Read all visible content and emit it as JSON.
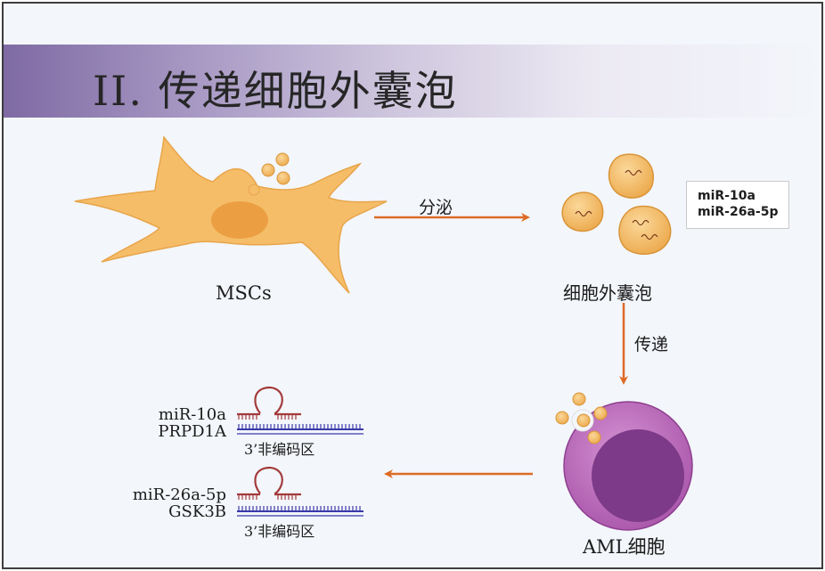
{
  "title": "II. 传递细胞外囊泡",
  "source_cell": {
    "label": "MSCs"
  },
  "step_secrete": {
    "label": "分泌"
  },
  "vesicles": {
    "label": "细胞外囊泡",
    "cargo": [
      "miR-10a",
      "miR-26a-5p"
    ]
  },
  "step_transfer": {
    "label": "传递"
  },
  "target_cell": {
    "label": "AML细胞"
  },
  "targets": [
    {
      "mirna": "miR-10a",
      "gene": "PRPD1A",
      "region": "3’非编码区"
    },
    {
      "mirna": "miR-26a-5p",
      "gene": "GSK3B",
      "region": "3’非编码区"
    }
  ],
  "colors": {
    "arrow": "#dd6b26",
    "cell": "#f7c06a",
    "aml": "#b565b4",
    "mirna": "#a33a3a",
    "mrna": "#3a3aa8"
  }
}
